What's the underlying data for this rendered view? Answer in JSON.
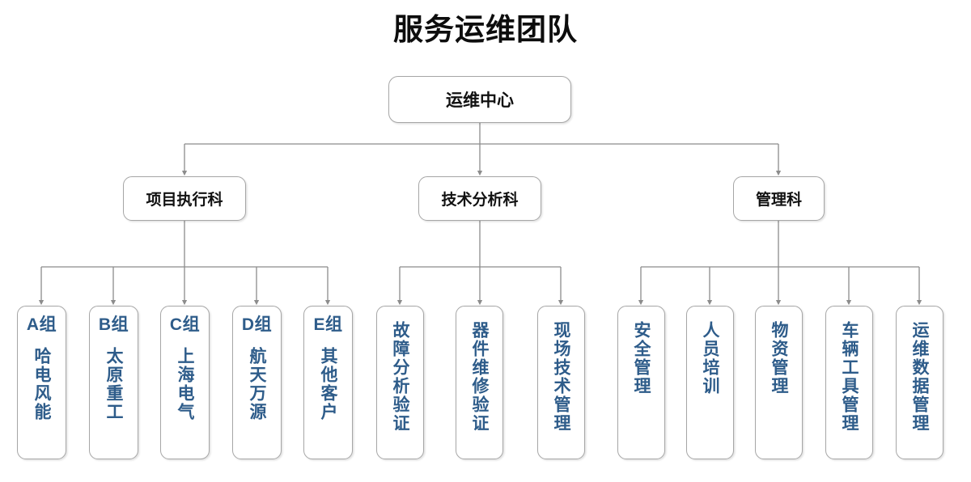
{
  "title": "服务运维团队",
  "colors": {
    "title_text": "#0d0d0d",
    "node_text": "#111111",
    "leaf_text": "#2e5c8a",
    "node_border": "#a6a6a6",
    "connector": "#8c8c8c",
    "background": "#ffffff"
  },
  "root": {
    "label": "运维中心"
  },
  "departments": [
    {
      "label": "项目执行科"
    },
    {
      "label": "技术分析科"
    },
    {
      "label": "管理科"
    }
  ],
  "teams": [
    {
      "code": "A组",
      "label": "哈电风能"
    },
    {
      "code": "B组",
      "label": "太原重工"
    },
    {
      "code": "C组",
      "label": "上海电气"
    },
    {
      "code": "D组",
      "label": "航天万源"
    },
    {
      "code": "E组",
      "label": "其他客户"
    }
  ],
  "tech_functions": [
    {
      "label": "故障分析验证"
    },
    {
      "label": "器件维修验证"
    },
    {
      "label": "现场技术管理"
    }
  ],
  "admin_functions": [
    {
      "label": "安全管理"
    },
    {
      "label": "人员培训"
    },
    {
      "label": "物资管理"
    },
    {
      "label": "车辆工具管理"
    },
    {
      "label": "运维数据管理"
    }
  ]
}
